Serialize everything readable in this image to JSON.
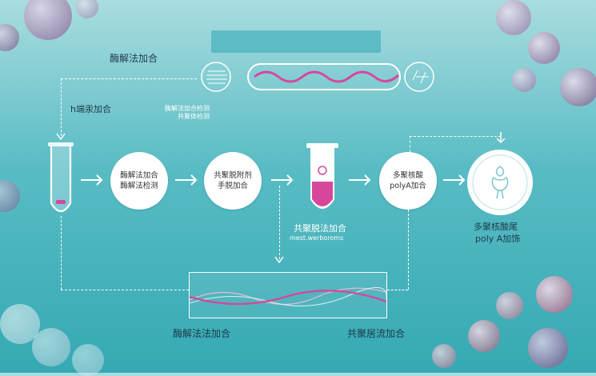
{
  "header": {
    "title": "酶解法加合"
  },
  "left": {
    "label": "h端汞加合"
  },
  "pipeline_small_text": {
    "line1": "酶解法加合检测",
    "line2": "共聚体检测"
  },
  "nodes": [
    {
      "line1": "酶解法加合",
      "line2": "酶解法检测"
    },
    {
      "line1": "共聚脱附剂",
      "line2": "手脱加合"
    },
    {
      "line1": "多聚核酸",
      "line2": "polyA加合"
    }
  ],
  "tube_center": {
    "label": "共聚脱法加合",
    "sub": "mest.werboroms"
  },
  "final": {
    "line1": "多聚核酸尾",
    "line2": "poly A加饰"
  },
  "bottom": {
    "left_label": "酶解法法加合",
    "right_label": "共聚居流加合"
  },
  "colors": {
    "accent": "#d6479c",
    "line": "#ffffff",
    "teal": "#2fa7b2"
  }
}
